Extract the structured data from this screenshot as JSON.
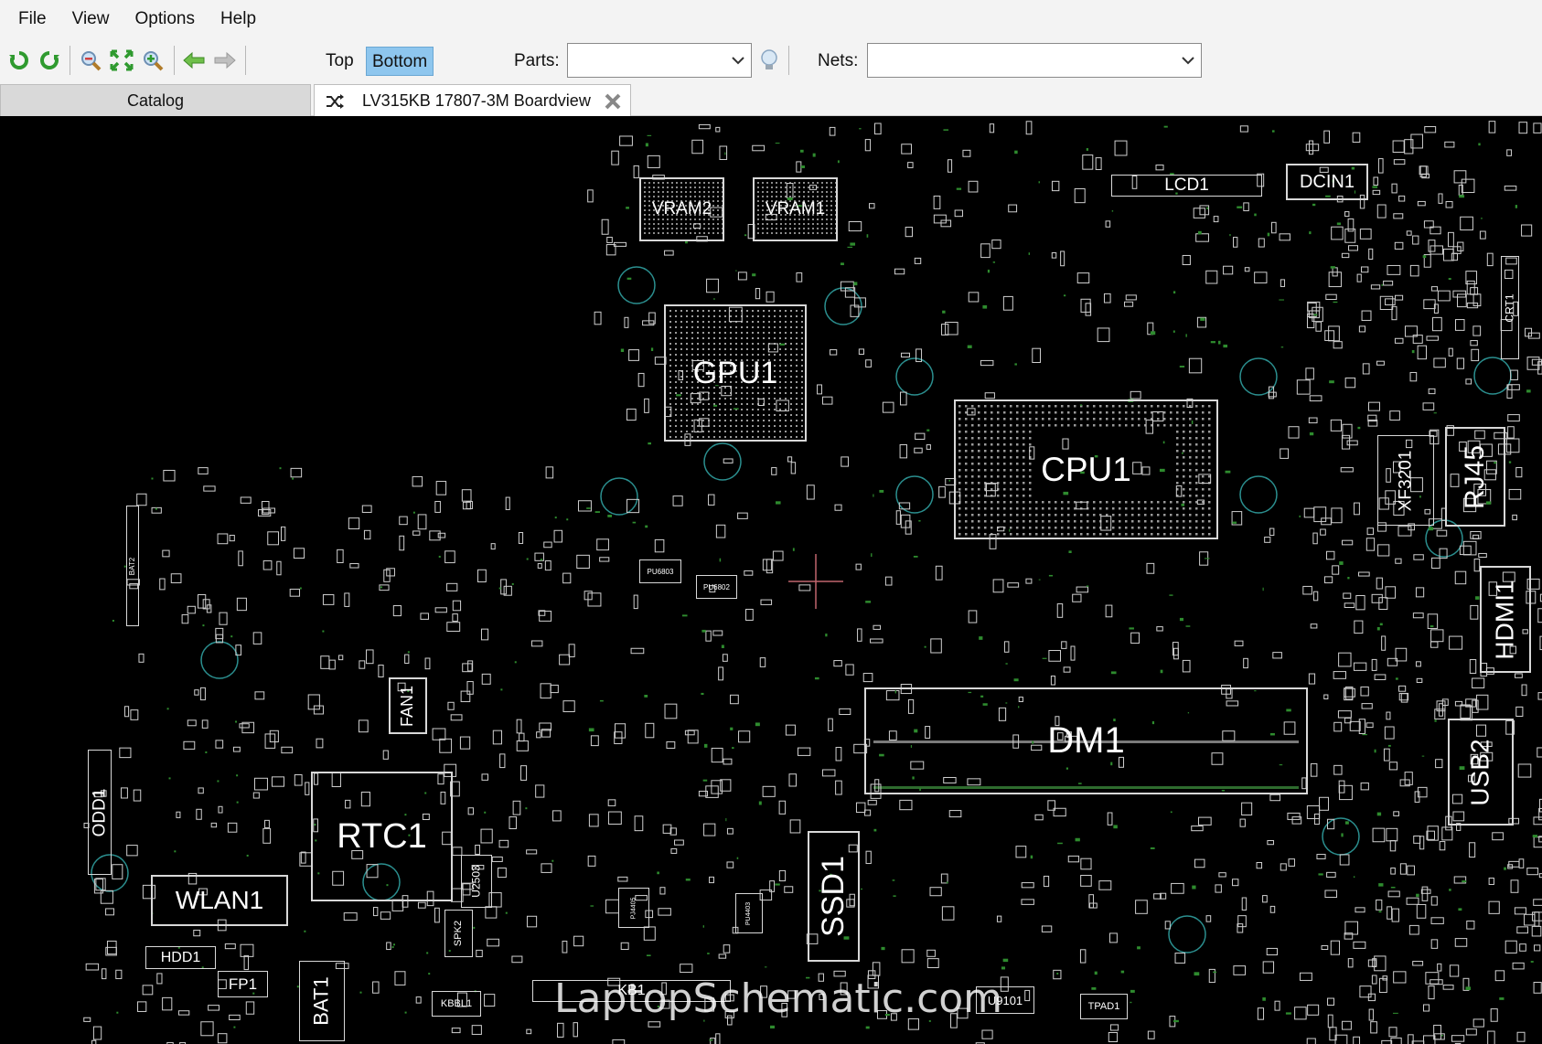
{
  "menu": [
    "File",
    "View",
    "Options",
    "Help"
  ],
  "toolbar": {
    "icons": [
      "rotate-left-icon",
      "rotate-right-icon",
      "zoom-in-icon",
      "zoom-fit-icon",
      "zoom-out-icon",
      "back-arrow-icon",
      "forward-arrow-icon"
    ],
    "top_label": "Top",
    "bottom_label": "Bottom",
    "parts_label": "Parts:",
    "parts_value": "",
    "nets_label": "Nets:",
    "nets_value": "",
    "active_side": "Bottom"
  },
  "tabs": {
    "catalog": "Catalog",
    "boardview": "LV315KB 17807-3M Boardview"
  },
  "board": {
    "parts": [
      "VRAM2",
      "VRAM1",
      "LCD1",
      "DCIN1",
      "GPU1",
      "CPU1",
      "CRT1",
      "XF3201",
      "RJ45",
      "HDMI1",
      "FAN1",
      "DM1",
      "USB2",
      "ODD1",
      "RTC1",
      "U2503",
      "WLAN1",
      "SSD1",
      "HDD1",
      "FP1",
      "BAT1",
      "KBBL1",
      "KB1",
      "U9101",
      "TPAD1",
      "PU6803",
      "PU6802",
      "PJ4405",
      "PU4403",
      "SPK2",
      "BAT2"
    ],
    "watermark": "LaptopSchematic.com"
  },
  "colors": {
    "board_bg": "#000000",
    "outline": "#d8d8d8",
    "trace": "#2e8b2e",
    "hole": "#2b8f8f",
    "active_button": "#8ec6ee"
  }
}
